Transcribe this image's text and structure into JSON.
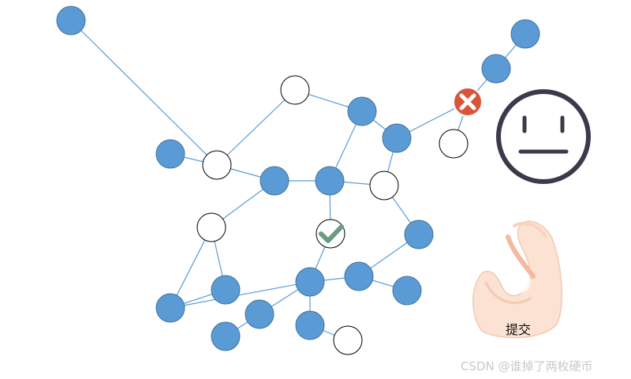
{
  "colors": {
    "filled_node": "#5b9bd5",
    "filled_border": "#41719c",
    "edge": "#5b9bd5",
    "check": "#6c9a82",
    "error": "#d9553a",
    "face": "#3a3a4a",
    "hand": "#fbe2d3"
  },
  "graph": {
    "nodes": [
      {
        "id": "n1",
        "state": "filled"
      },
      {
        "id": "n2",
        "state": "filled"
      },
      {
        "id": "n3",
        "state": "filled"
      },
      {
        "id": "n4",
        "state": "error"
      },
      {
        "id": "n5",
        "state": "empty"
      },
      {
        "id": "n6",
        "state": "filled"
      },
      {
        "id": "n7",
        "state": "filled"
      },
      {
        "id": "n8",
        "state": "empty"
      },
      {
        "id": "n9",
        "state": "filled"
      },
      {
        "id": "n10",
        "state": "empty"
      },
      {
        "id": "n11",
        "state": "filled"
      },
      {
        "id": "n12",
        "state": "filled"
      },
      {
        "id": "n13",
        "state": "empty"
      },
      {
        "id": "n14",
        "state": "empty"
      },
      {
        "id": "n15",
        "state": "check"
      },
      {
        "id": "n16",
        "state": "filled"
      },
      {
        "id": "n17",
        "state": "filled"
      },
      {
        "id": "n18",
        "state": "filled"
      },
      {
        "id": "n19",
        "state": "filled"
      },
      {
        "id": "n20",
        "state": "filled"
      },
      {
        "id": "n21",
        "state": "filled"
      },
      {
        "id": "n22",
        "state": "filled"
      },
      {
        "id": "n23",
        "state": "filled"
      },
      {
        "id": "n24",
        "state": "empty"
      },
      {
        "id": "n25",
        "state": "filled"
      }
    ],
    "edges": [
      [
        "n1",
        "n10"
      ],
      [
        "n8",
        "n10"
      ],
      [
        "n9",
        "n10"
      ],
      [
        "n10",
        "n11"
      ],
      [
        "n11",
        "n12"
      ],
      [
        "n12",
        "n13"
      ],
      [
        "n12",
        "n6"
      ],
      [
        "n8",
        "n6"
      ],
      [
        "n6",
        "n7"
      ],
      [
        "n7",
        "n4"
      ],
      [
        "n4",
        "n3"
      ],
      [
        "n3",
        "n2"
      ],
      [
        "n4",
        "n5"
      ],
      [
        "n7",
        "n13"
      ],
      [
        "n11",
        "n14"
      ],
      [
        "n12",
        "n15"
      ],
      [
        "n13",
        "n16"
      ],
      [
        "n14",
        "n18"
      ],
      [
        "n14",
        "n17"
      ],
      [
        "n17",
        "n18"
      ],
      [
        "n18",
        "n19"
      ],
      [
        "n15",
        "n19"
      ],
      [
        "n19",
        "n20"
      ],
      [
        "n20",
        "n16"
      ],
      [
        "n20",
        "n21"
      ],
      [
        "n19",
        "n22"
      ],
      [
        "n19",
        "n23"
      ],
      [
        "n22",
        "n25"
      ],
      [
        "n23",
        "n24"
      ]
    ]
  },
  "status_face": "neutral-face",
  "submit": {
    "label": "提交",
    "icon": "ok-hand-icon"
  },
  "watermark": "CSDN @谁掉了两枚硬币"
}
